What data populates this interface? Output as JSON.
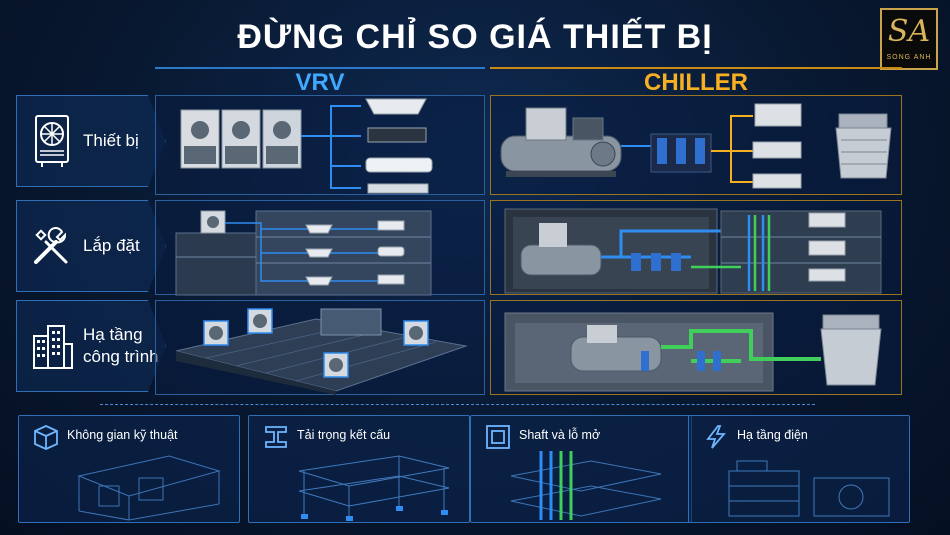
{
  "title": "ĐỪNG CHỈ SO GIÁ THIẾT BỊ",
  "logo": {
    "text": "SONG ANH"
  },
  "columns": {
    "vrv": "VRV",
    "chiller": "CHILLER"
  },
  "rows": [
    {
      "label_1": "Thiết bị",
      "label_2": "",
      "icon": "outdoor-unit-icon"
    },
    {
      "label_1": "Lắp đặt",
      "label_2": "",
      "icon": "tools-icon"
    },
    {
      "label_1": "Hạ tầng",
      "label_2": "công trình",
      "icon": "buildings-icon"
    }
  ],
  "cards": [
    {
      "label": "Không gian kỹ thuật",
      "icon": "cube-icon"
    },
    {
      "label": "Tải trọng kết cấu",
      "icon": "steel-beam-icon"
    },
    {
      "label": "Shaft và lỗ mở",
      "icon": "shaft-icon"
    },
    {
      "label": "Hạ tầng điện",
      "icon": "lightning-icon"
    }
  ],
  "colors": {
    "vrv": "#3fa9ff",
    "chiller": "#f7b021",
    "pipe_blue": "#2f8cf0",
    "pipe_green": "#3fcf5a",
    "frame": "#2f6fb8"
  }
}
